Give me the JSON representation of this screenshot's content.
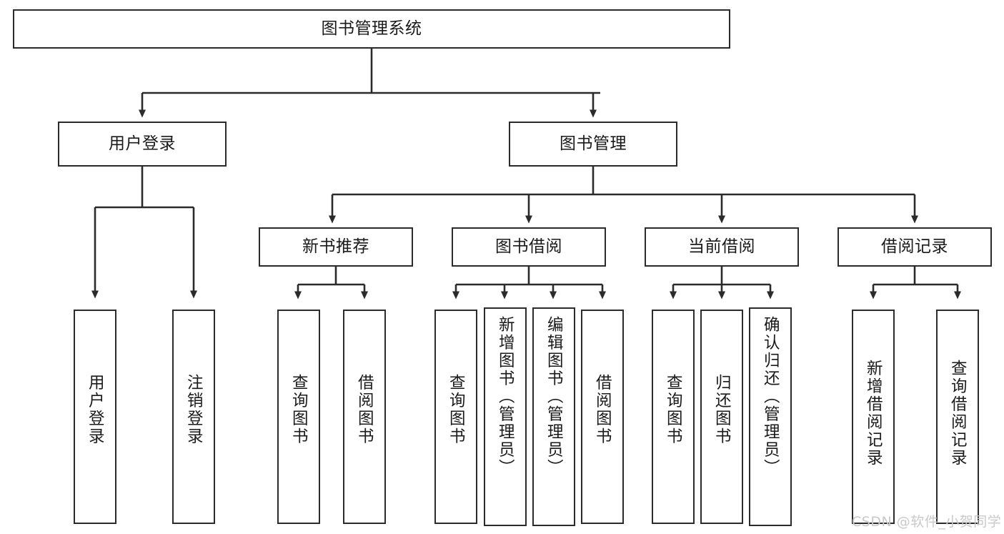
{
  "diagram": {
    "title": "图书管理系统",
    "watermark": "CSDN @软件_小贺同学",
    "stroke_color": "#2b2b2b",
    "background_color": "#ffffff",
    "text_color": "#1a1a1a",
    "watermark_color": "#c9c9c9"
  },
  "nodes": {
    "root": {
      "label": "图书管理系统"
    },
    "level2": [
      {
        "label": "用户登录"
      },
      {
        "label": "图书管理"
      }
    ],
    "level3": [
      {
        "label": "新书推荐"
      },
      {
        "label": "图书借阅"
      },
      {
        "label": "当前借阅"
      },
      {
        "label": "借阅记录"
      }
    ],
    "leaves": {
      "user_login": [
        {
          "label": "用户登录"
        },
        {
          "label": "注销登录"
        }
      ],
      "new_book_recommend": [
        {
          "label": "查询图书"
        },
        {
          "label": "借阅图书"
        }
      ],
      "book_borrow": [
        {
          "label": "查询图书"
        },
        {
          "label": "新增图书（管理员）"
        },
        {
          "label": "编辑图书（管理员）"
        },
        {
          "label": "借阅图书"
        }
      ],
      "current_borrow": [
        {
          "label": "查询图书"
        },
        {
          "label": "归还图书"
        },
        {
          "label": "确认归还（管理员）"
        }
      ],
      "borrow_records": [
        {
          "label": "新增借阅记录"
        },
        {
          "label": "查询借阅记录"
        }
      ]
    }
  }
}
